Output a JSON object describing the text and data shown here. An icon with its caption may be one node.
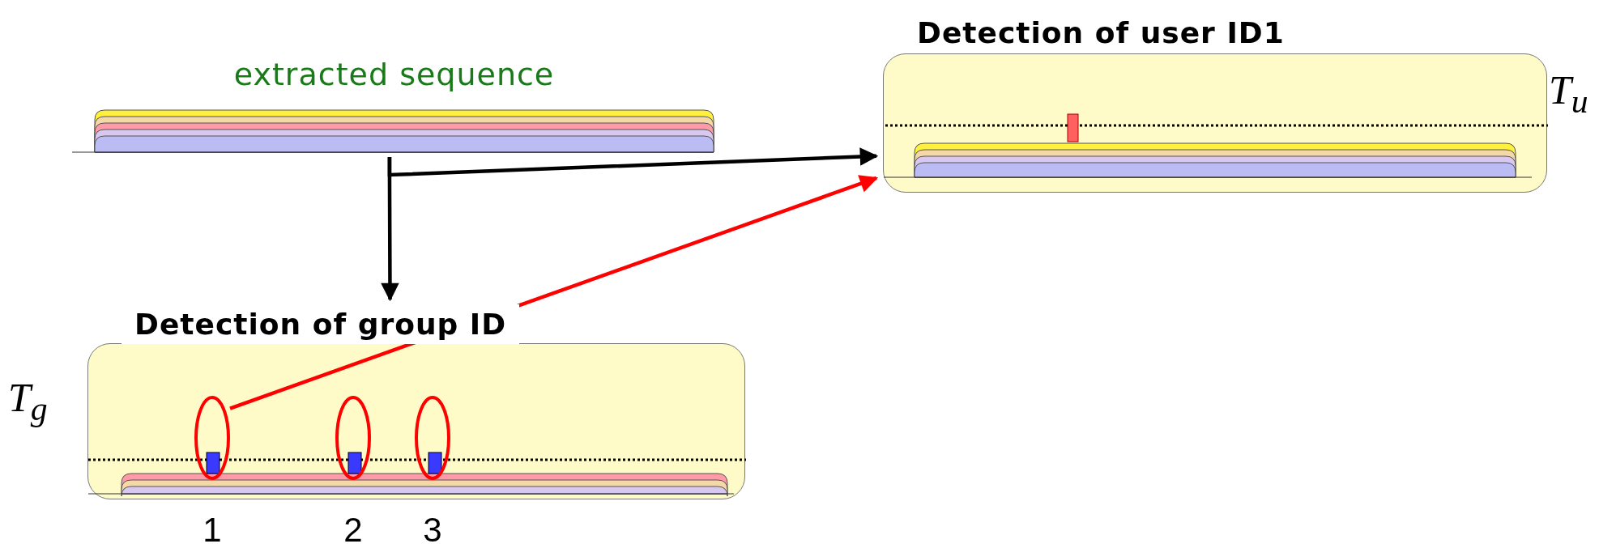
{
  "diagram": {
    "nodes": [
      {
        "text": [
          "extracted sequence"
        ]
      },
      {
        "text": [
          "Detection of user ID1"
        ],
        "beside": [
          "T$_{u}$"
        ]
      },
      {
        "text": [
          "Detection of group ID"
        ],
        "beside": [
          "T$_{g}$"
        ]
      },
      {
        "text": [],
        "shape": "ellipse",
        "in": 2,
        "beside": [
          "1"
        ]
      },
      {
        "text": [],
        "shape": "ellipse",
        "in": 2,
        "beside": [
          "2"
        ]
      },
      {
        "text": [],
        "shape": "ellipse",
        "in": 2,
        "beside": [
          "3"
        ]
      }
    ],
    "edges": [
      {
        "from": 0,
        "to": 1,
        "arrow": "to"
      },
      {
        "from": 0,
        "to": 2,
        "arrow": "to"
      },
      {
        "from": 3,
        "to": 1,
        "arrow": "to",
        "color": "#ff0000"
      }
    ]
  }
}
